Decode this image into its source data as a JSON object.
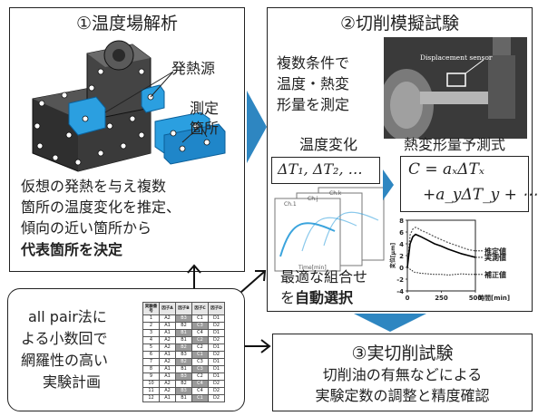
{
  "box1": {
    "title": "①温度場解析",
    "label_heat_source": "発熱源",
    "label_measure_1": "測定",
    "label_measure_2": "箇所",
    "desc_lines": [
      "仮想の発熱を与え複数",
      "箇所の温度変化を推定、",
      "傾向の近い箇所から"
    ],
    "desc_bold": "代表箇所を決定"
  },
  "box2": {
    "title": "②切削模擬試験",
    "desc_lines": [
      "複数条件で",
      "温度・熱変",
      "形量を測定"
    ],
    "photo_label": "Displacement sensor",
    "temp_change_label": "温度変化",
    "temp_vars": "ΔT₁, ΔT₂, …",
    "predict_label": "熱変形量予測式",
    "formula_line1": "C = aₓΔTₓ",
    "formula_line2": "+a_yΔT_y + ⋯",
    "mini_chart_tabs": [
      "Ch.1",
      "Ch.j",
      "Ch.k"
    ],
    "mini_chart_xlabel": "Time[min]",
    "auto_text_1": "最適な組合せ",
    "auto_text_2_prefix": "を",
    "auto_text_2_bold": "自動選択"
  },
  "box3": {
    "text_lines": [
      "all pair法に",
      "よる小数回で",
      "網羅性の高い",
      "実験計画"
    ],
    "table": {
      "headers": [
        "実験番号",
        "因子A",
        "因子B",
        "因子C",
        "因子D"
      ],
      "rows": [
        [
          "1",
          "A2",
          "B3",
          "C1",
          "D1"
        ],
        [
          "2",
          "A1",
          "B2",
          "C3",
          "D2"
        ],
        [
          "3",
          "A1",
          "B1",
          "C4",
          "D1"
        ],
        [
          "4",
          "A2",
          "B1",
          "C2",
          "D2"
        ],
        [
          "5",
          "A2",
          "B2",
          "C2",
          "D1"
        ],
        [
          "6",
          "A1",
          "B3",
          "C1",
          "D2"
        ],
        [
          "7",
          "A2",
          "B2",
          "C3",
          "D1"
        ],
        [
          "8",
          "A1",
          "B1",
          "C3",
          "D1"
        ],
        [
          "9",
          "A1",
          "B3",
          "C2",
          "D1"
        ],
        [
          "10",
          "A2",
          "B2",
          "C4",
          "D2"
        ],
        [
          "11",
          "A2",
          "B3",
          "C4",
          "D2"
        ],
        [
          "12",
          "A1",
          "B1",
          "C1",
          "D2"
        ]
      ]
    }
  },
  "box4": {
    "title": "③実切削試験",
    "line1": "切削油の有無などによる",
    "line2": "実験定数の調整と精度確認"
  },
  "chart_data": {
    "type": "line",
    "xlabel": "時間[min]",
    "ylabel": "変位[μm]",
    "xlim": [
      0,
      500
    ],
    "ylim": [
      -4,
      8
    ],
    "xticks": [
      0,
      250,
      500
    ],
    "yticks": [
      -4,
      -2,
      0,
      2,
      4,
      6,
      8
    ],
    "series": [
      {
        "name": "推定値",
        "x": [
          0,
          20,
          40,
          60,
          80,
          100,
          150,
          200,
          250,
          300,
          350,
          400,
          450,
          500
        ],
        "values": [
          0,
          5.5,
          6.5,
          6.8,
          6.6,
          6.3,
          5.8,
          5.2,
          4.7,
          4.2,
          3.8,
          3.4,
          3.0,
          2.8
        ]
      },
      {
        "name": "実測値",
        "x": [
          0,
          20,
          40,
          60,
          80,
          100,
          150,
          200,
          250,
          300,
          350,
          400,
          450,
          500
        ],
        "values": [
          0,
          4.0,
          5.2,
          5.6,
          5.4,
          5.2,
          4.6,
          4.0,
          3.6,
          3.1,
          2.7,
          2.3,
          2.0,
          1.7
        ]
      },
      {
        "name": "補正値",
        "x": [
          0,
          50,
          100,
          150,
          200,
          250,
          300,
          350,
          400,
          450,
          500
        ],
        "values": [
          0,
          -0.8,
          -1.0,
          -1.1,
          -1.2,
          -1.2,
          -1.3,
          -1.2,
          -1.1,
          -1.2,
          -1.2
        ]
      }
    ],
    "colors": {
      "estimate": "#555555",
      "measured": "#000000",
      "corrected": "#111111"
    }
  },
  "colors": {
    "arrow_blue": "#2e86c1",
    "model_blue": "#2b9fe0",
    "table_gray": "#9a9a9a"
  }
}
